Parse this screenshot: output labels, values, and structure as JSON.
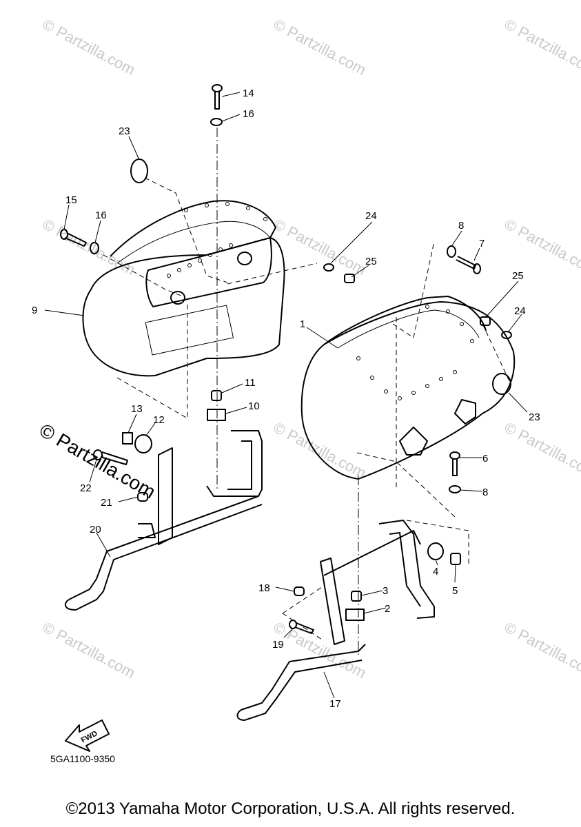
{
  "watermark": {
    "text": "© Partzilla.com",
    "prominent": "© Partzilla.com"
  },
  "callouts": [
    {
      "id": "c14",
      "label": "14"
    },
    {
      "id": "c16a",
      "label": "16"
    },
    {
      "id": "c23a",
      "label": "23"
    },
    {
      "id": "c15",
      "label": "15"
    },
    {
      "id": "c16b",
      "label": "16"
    },
    {
      "id": "c9",
      "label": "9"
    },
    {
      "id": "c24a",
      "label": "24"
    },
    {
      "id": "c25a",
      "label": "25"
    },
    {
      "id": "c8a",
      "label": "8"
    },
    {
      "id": "c7",
      "label": "7"
    },
    {
      "id": "c25b",
      "label": "25"
    },
    {
      "id": "c24b",
      "label": "24"
    },
    {
      "id": "c1",
      "label": "1"
    },
    {
      "id": "c23b",
      "label": "23"
    },
    {
      "id": "c11",
      "label": "11"
    },
    {
      "id": "c10",
      "label": "10"
    },
    {
      "id": "c13",
      "label": "13"
    },
    {
      "id": "c12",
      "label": "12"
    },
    {
      "id": "c22",
      "label": "22"
    },
    {
      "id": "c21",
      "label": "21"
    },
    {
      "id": "c20",
      "label": "20"
    },
    {
      "id": "c6",
      "label": "6"
    },
    {
      "id": "c8b",
      "label": "8"
    },
    {
      "id": "c4",
      "label": "4"
    },
    {
      "id": "c5",
      "label": "5"
    },
    {
      "id": "c18",
      "label": "18"
    },
    {
      "id": "c3",
      "label": "3"
    },
    {
      "id": "c2",
      "label": "2"
    },
    {
      "id": "c19",
      "label": "19"
    },
    {
      "id": "c17",
      "label": "17"
    }
  ],
  "fwd_label": "FWD",
  "diagram_code": "5GA1100-9350",
  "copyright": "©2013 Yamaha Motor Corporation, U.S.A. All rights reserved."
}
